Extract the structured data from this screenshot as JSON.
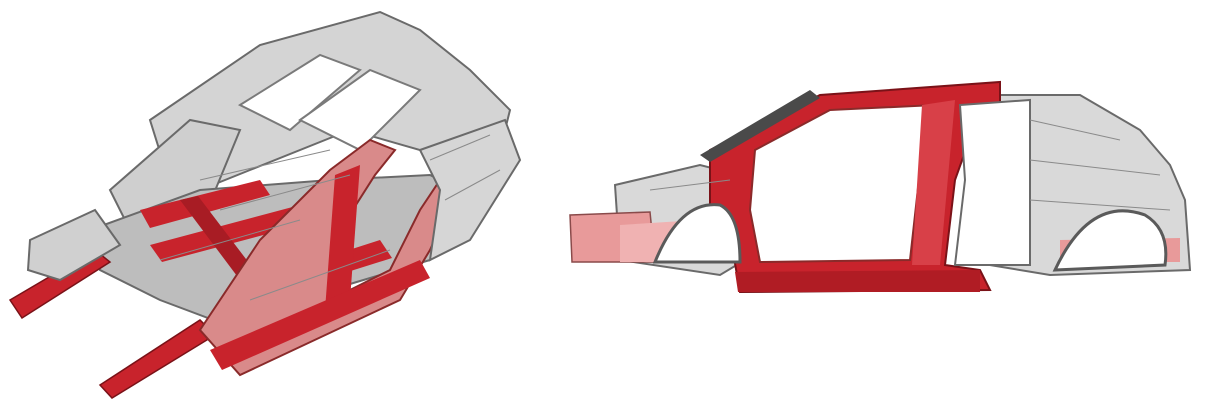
{
  "figure": {
    "panels": [
      {
        "view": "isometric",
        "subject": "car-body-in-white"
      },
      {
        "view": "side",
        "subject": "car-body-in-white"
      }
    ],
    "colors": {
      "high_strength_steel": "#c8232c",
      "light_red_steel": "#e89a9a",
      "standard_steel": "#c9c9c9",
      "outline": "#6a6a6a",
      "shadow": "#8a8a8a",
      "background": "#ffffff"
    }
  }
}
